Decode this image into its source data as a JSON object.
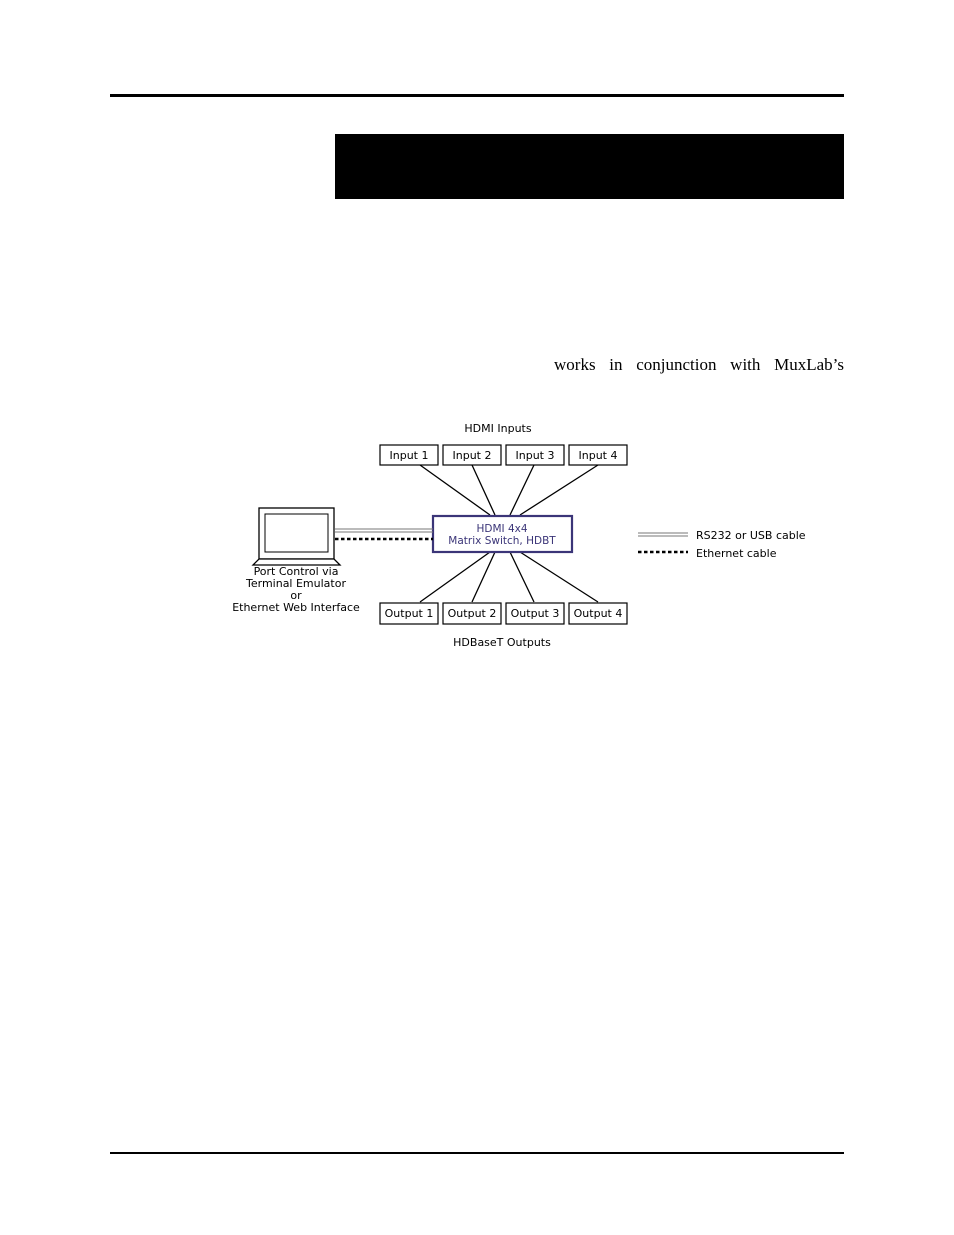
{
  "page": {
    "body_fragment": "works in conjunction with MuxLab’s"
  },
  "diagram": {
    "inputs_heading": "HDMI Inputs",
    "outputs_heading": "HDBaseT Outputs",
    "inputs": [
      "Input 1",
      "Input 2",
      "Input 3",
      "Input 4"
    ],
    "outputs": [
      "Output 1",
      "Output 2",
      "Output 3",
      "Output 4"
    ],
    "switch": {
      "line1": "HDMI 4x4",
      "line2": "Matrix Switch, HDBT",
      "color": "#3b3578"
    },
    "computer_caption": [
      "Port Control via",
      "Terminal Emulator",
      "or",
      "Ethernet Web Interface"
    ],
    "legend": [
      {
        "label": "RS232 or USB cable",
        "style": "double-line"
      },
      {
        "label": "Ethernet cable",
        "style": "dashed"
      }
    ]
  }
}
